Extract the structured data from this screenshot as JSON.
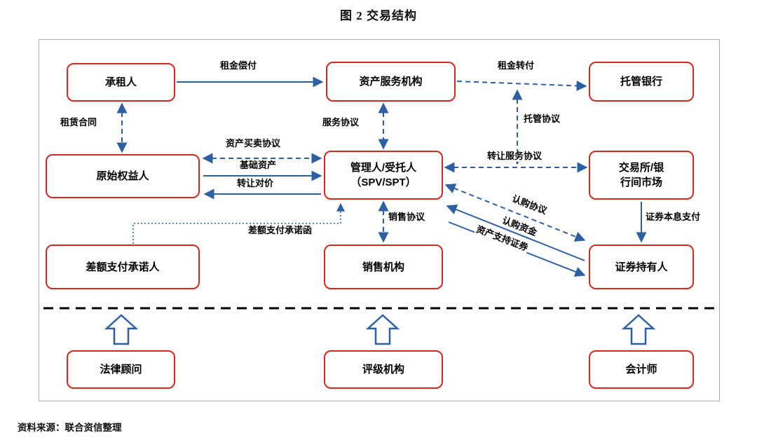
{
  "title": "图 2 交易结构",
  "source": "资料来源：联合资信整理",
  "colors": {
    "box_border": "#d7281e",
    "arrow": "#2e5fa3",
    "separator": "#000000",
    "text": "#111111"
  },
  "nodes": {
    "lessee": "承租人",
    "asset_servicer": "资产服务机构",
    "custodian": "托管银行",
    "originator": "原始权益人",
    "manager": {
      "line1": "管理人/受托人",
      "line2": "（SPV/SPT）"
    },
    "market": {
      "line1": "交易所/银",
      "line2": "行间市场"
    },
    "guarantor": "差额支付承诺人",
    "sales": "销售机构",
    "holders": "证券持有人",
    "legal": "法律顾问",
    "rating": "评级机构",
    "accountant": "会计师"
  },
  "edges": {
    "rent_payment": "租金偿付",
    "rent_transfer": "租金转付",
    "lease_contract": "租赁合同",
    "service_agreement": "服务协议",
    "custody_agreement": "托管协议",
    "asset_sale_agreement": "资产买卖协议",
    "underlying_assets": "基础资产",
    "transfer_consideration": "转让对价",
    "transfer_service_agreement": "转让服务协议",
    "principal_interest_payment": "证券本息支付",
    "sales_agreement": "销售协议",
    "shortfall_commitment_letter": "差额支付承诺函",
    "subscription_agreement": "认购协议",
    "subscription_funds": "认购资金",
    "abs_securities": "资产支持证券"
  }
}
